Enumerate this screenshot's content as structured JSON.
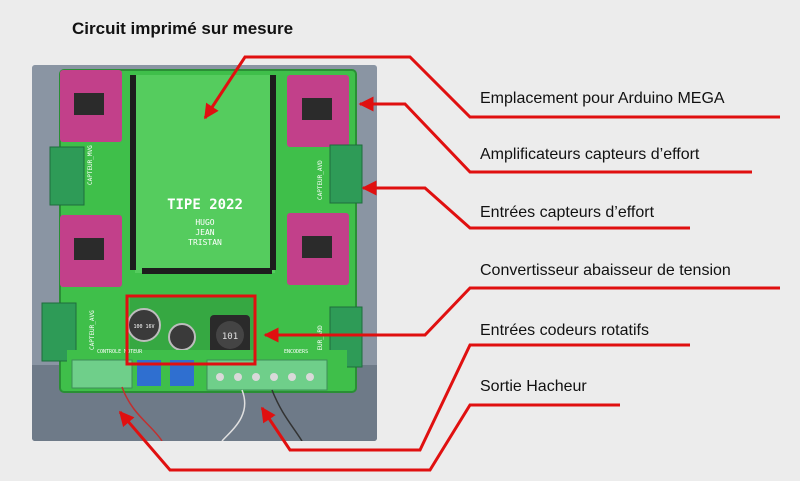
{
  "title": "Circuit imprimé sur mesure",
  "labels": {
    "arduino": "Emplacement pour Arduino MEGA",
    "amplis": "Amplificateurs capteurs d’effort",
    "entrees_capteurs": "Entrées capteurs d’effort",
    "convertisseur": "Convertisseur abaisseur de tension",
    "codeurs": "Entrées codeurs rotatifs",
    "hacheur": "Sortie Hacheur"
  },
  "board": {
    "title": "TIPE 2022",
    "names": [
      "HUGO",
      "JEAN",
      "TRISTAN"
    ],
    "silkscreen": {
      "controle_moteur": "CONTROLE MOTEUR",
      "encoders": "ENCODERS",
      "capteur_mvg": "CAPTEUR_MVG",
      "capteur_avd": "CAPTEUR_AVD",
      "capteur_avg": "CAPTEUR_AVG",
      "capteur_ard": "CAPTEUR_ARD",
      "inductor": "101",
      "capacitor": "100 16V"
    }
  },
  "colors": {
    "annotation": "#e01010",
    "pcb": "#3fbf4a",
    "module": "#c2408a"
  }
}
